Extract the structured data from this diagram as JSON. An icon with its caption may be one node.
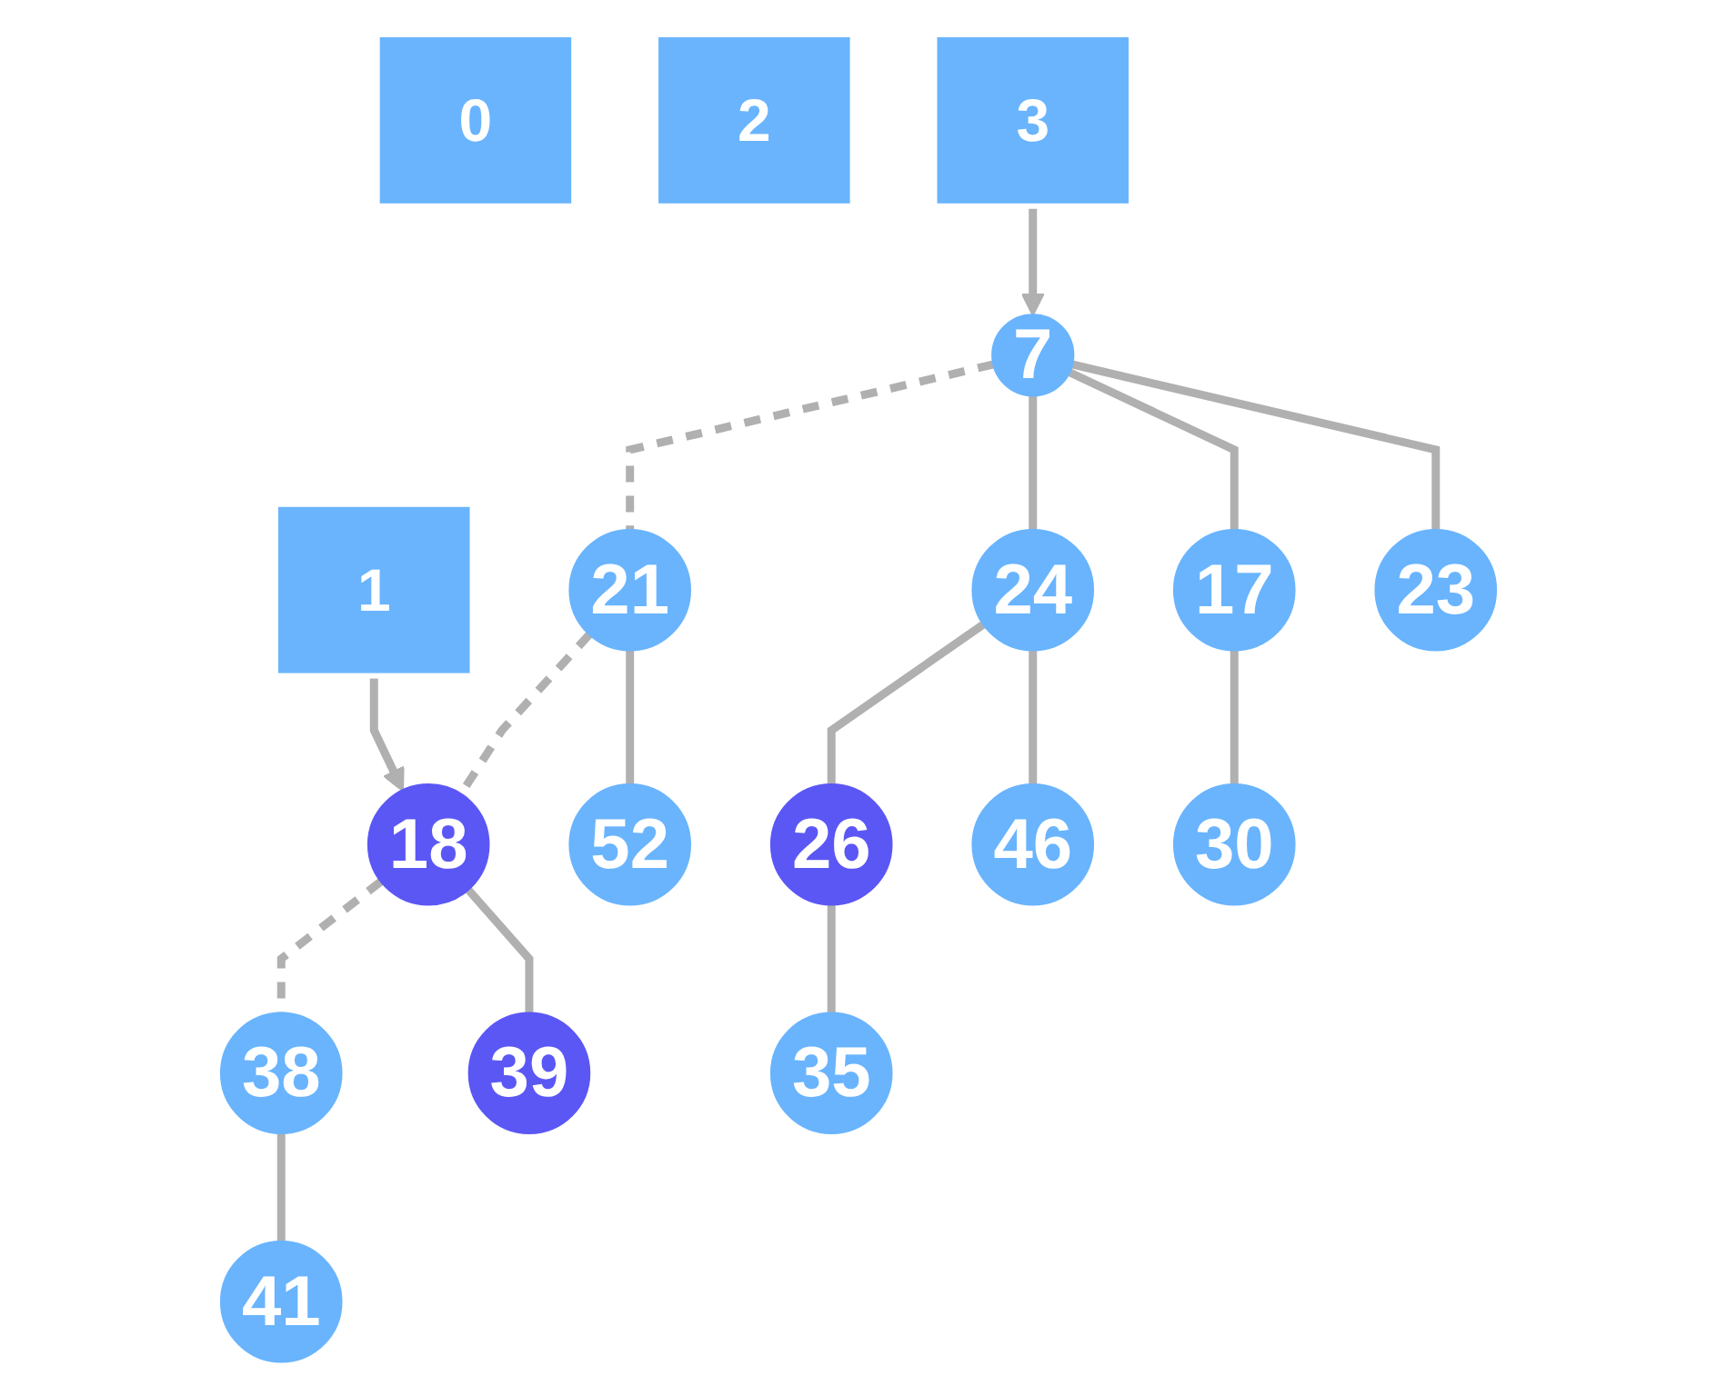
{
  "diagram": {
    "nodes": [
      {
        "text": [
          "0"
        ]
      },
      {
        "text": [
          "1"
        ]
      },
      {
        "text": [
          "2"
        ]
      },
      {
        "text": [
          "3"
        ]
      },
      {
        "text": [
          "7"
        ]
      },
      {
        "text": [
          "21"
        ]
      },
      {
        "text": [
          "18"
        ]
      },
      {
        "text": [
          "38"
        ]
      },
      {
        "text": [
          "24"
        ]
      },
      {
        "text": [
          "17"
        ]
      },
      {
        "text": [
          "23"
        ]
      },
      {
        "text": [
          "52"
        ]
      },
      {
        "text": [
          "39"
        ]
      },
      {
        "text": [
          "41"
        ]
      },
      {
        "text": [
          "26"
        ]
      },
      {
        "text": [
          "46"
        ]
      },
      {
        "text": [
          "30"
        ]
      },
      {
        "text": [
          "35"
        ]
      }
    ],
    "edges": [
      {
        "from": 1,
        "to": 6,
        "arrow": "to"
      },
      {
        "from": 3,
        "to": 4,
        "arrow": "to"
      },
      {
        "from": 4,
        "to": 5,
        "arrow": "none",
        "style": "dashed"
      },
      {
        "from": 5,
        "to": 6,
        "arrow": "none",
        "style": "dashed"
      },
      {
        "from": 6,
        "to": 7,
        "arrow": "none",
        "style": "dashed"
      },
      {
        "from": 4,
        "to": 8,
        "arrow": "none"
      },
      {
        "from": 4,
        "to": 9,
        "arrow": "none"
      },
      {
        "from": 4,
        "to": 10,
        "arrow": "none"
      },
      {
        "from": 5,
        "to": 11,
        "arrow": "none"
      },
      {
        "from": 6,
        "to": 12,
        "arrow": "none"
      },
      {
        "from": 7,
        "to": 13,
        "arrow": "none"
      },
      {
        "from": 8,
        "to": 14,
        "arrow": "none"
      },
      {
        "from": 8,
        "to": 15,
        "arrow": "none"
      },
      {
        "from": 9,
        "to": 16,
        "arrow": "none"
      },
      {
        "from": 14,
        "to": 17,
        "arrow": "none"
      }
    ]
  }
}
